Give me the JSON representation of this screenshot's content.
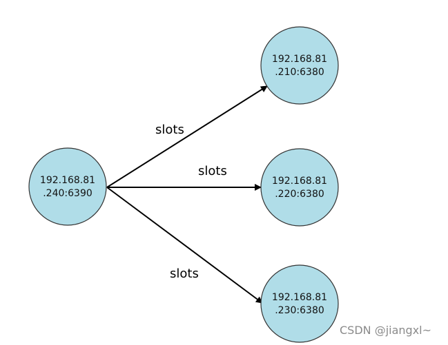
{
  "colors": {
    "node_fill": "#b0dde8",
    "node_stroke": "#333333",
    "edge": "#000000"
  },
  "nodes": {
    "source": {
      "line1": "192.168.81",
      "line2": ".240:6390"
    },
    "target_1": {
      "line1": "192.168.81",
      "line2": ".210:6380"
    },
    "target_2": {
      "line1": "192.168.81",
      "line2": ".220:6380"
    },
    "target_3": {
      "line1": "192.168.81",
      "line2": ".230:6380"
    }
  },
  "edges": {
    "to_target_1": {
      "label": "slots"
    },
    "to_target_2": {
      "label": "slots"
    },
    "to_target_3": {
      "label": "slots"
    }
  },
  "watermark": "CSDN @jiangxl~"
}
